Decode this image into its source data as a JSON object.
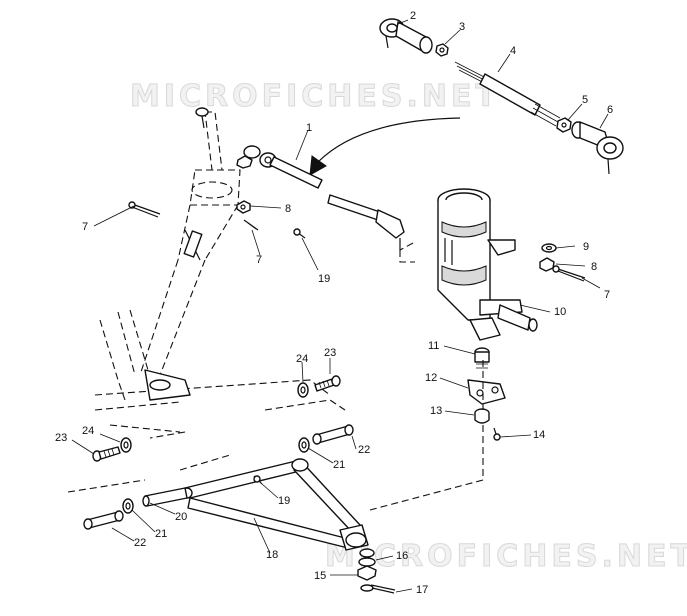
{
  "watermarks": [
    "MICROFICHES.NET",
    "MICROFICHES.NET"
  ],
  "callouts": [
    {
      "id": "c2",
      "text": "2"
    },
    {
      "id": "c3",
      "text": "3"
    },
    {
      "id": "c4",
      "text": "4"
    },
    {
      "id": "c5",
      "text": "5"
    },
    {
      "id": "c6",
      "text": "6"
    },
    {
      "id": "c1",
      "text": "1"
    },
    {
      "id": "c7a",
      "text": "7"
    },
    {
      "id": "c8a",
      "text": "8"
    },
    {
      "id": "c7b",
      "text": "7"
    },
    {
      "id": "c19a",
      "text": "19"
    },
    {
      "id": "c9",
      "text": "9"
    },
    {
      "id": "c8b",
      "text": "8"
    },
    {
      "id": "c7c",
      "text": "7"
    },
    {
      "id": "c10",
      "text": "10"
    },
    {
      "id": "c11",
      "text": "11"
    },
    {
      "id": "c12",
      "text": "12"
    },
    {
      "id": "c13",
      "text": "13"
    },
    {
      "id": "c14",
      "text": "14"
    },
    {
      "id": "c24a",
      "text": "24"
    },
    {
      "id": "c23a",
      "text": "23"
    },
    {
      "id": "c23b",
      "text": "23"
    },
    {
      "id": "c24b",
      "text": "24"
    },
    {
      "id": "c22a",
      "text": "22"
    },
    {
      "id": "c21a",
      "text": "21"
    },
    {
      "id": "c19b",
      "text": "19"
    },
    {
      "id": "c20",
      "text": "20"
    },
    {
      "id": "c21b",
      "text": "21"
    },
    {
      "id": "c22b",
      "text": "22"
    },
    {
      "id": "c18",
      "text": "18"
    },
    {
      "id": "c16",
      "text": "16"
    },
    {
      "id": "c15",
      "text": "15"
    },
    {
      "id": "c17",
      "text": "17"
    }
  ]
}
